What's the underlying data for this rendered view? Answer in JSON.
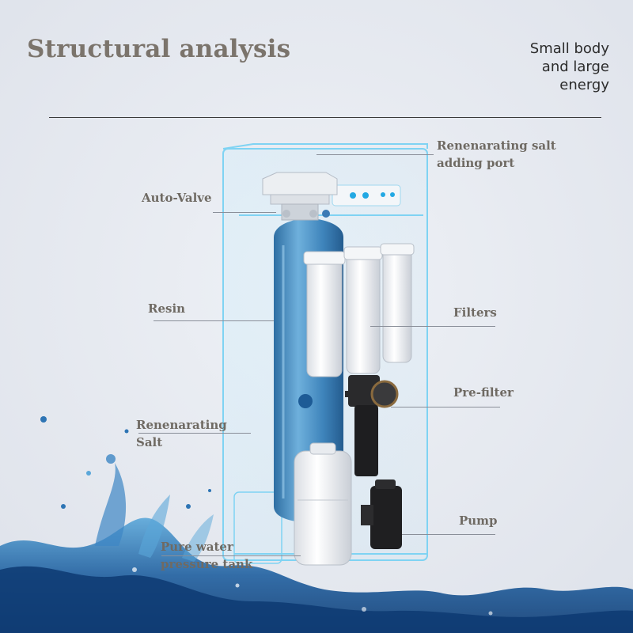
{
  "header": {
    "title": "Structural analysis",
    "tagline": [
      "Small body",
      "and large",
      "energy"
    ]
  },
  "labels": {
    "salt_port": [
      "Renenarating salt",
      "adding port"
    ],
    "auto_valve": "Auto-Valve",
    "resin": "Resin",
    "filters": "Filters",
    "pre_filter": "Pre-filter",
    "salt": [
      "Renenarating",
      "Salt"
    ],
    "pump": "Pump",
    "pressure_tank": [
      "Pure water",
      "pressure tank"
    ]
  },
  "colors": {
    "background": "#e4e7ee",
    "title": "#7b746c",
    "label": "#6f6a63",
    "housing_outline": "#7fd3f3",
    "resin_tank": "#4b8fbf",
    "water": "#2c6fb2"
  }
}
